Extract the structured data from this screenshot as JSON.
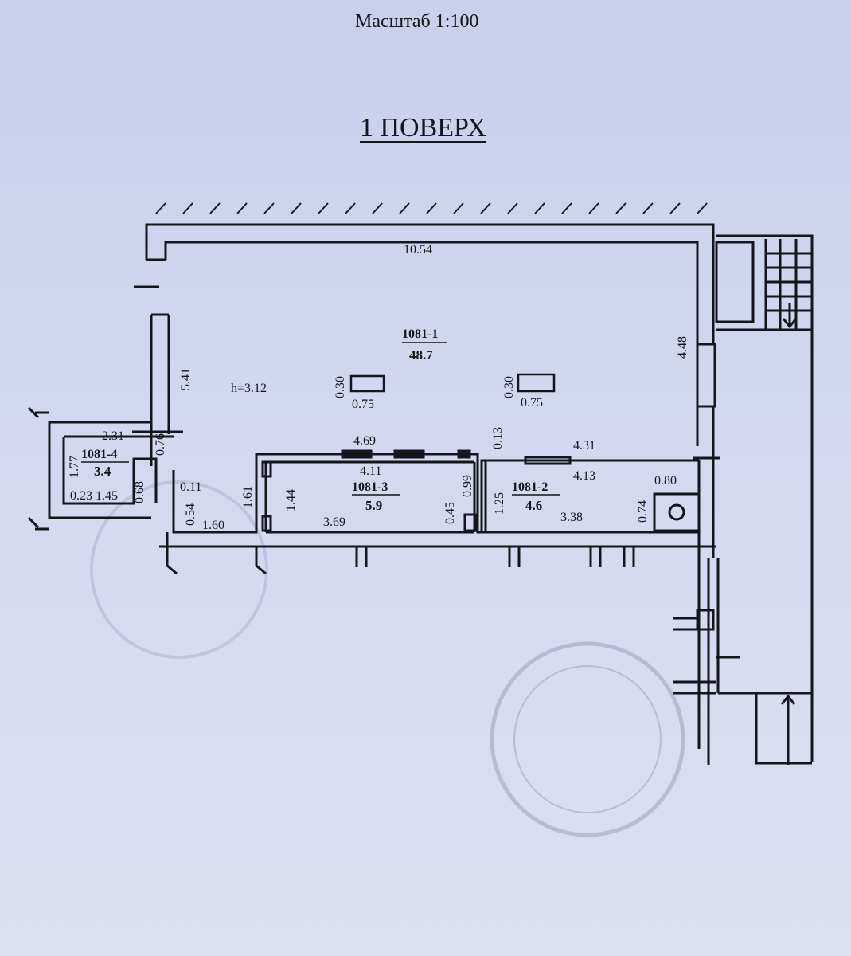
{
  "header": {
    "scale_label": "Масштаб 1:100",
    "floor_title": "1 ПОВЕРХ"
  },
  "plan": {
    "height_label": "h=3.12",
    "rooms": [
      {
        "id": "1081-1",
        "area": "48.7"
      },
      {
        "id": "1081-2",
        "area": "4.6"
      },
      {
        "id": "1081-3",
        "area": "5.9"
      },
      {
        "id": "1081-4",
        "area": "3.4"
      }
    ],
    "dimensions": {
      "top_wall": "10.54",
      "left_wall": "5.41",
      "right_wall": "4.48",
      "column_left_h": "0.30",
      "column_left_w": "0.75",
      "column_right_h": "0.30",
      "column_right_w": "0.75",
      "partition_mid": "4.69",
      "partition_gap": "0.13",
      "partition_right": "4.31",
      "r3_top": "4.11",
      "r3_left": "1.44",
      "r3_bottom": "3.69",
      "r3_right_inner": "0.45",
      "r3_right": "0.99",
      "r2_top": "4.13",
      "r2_left": "1.25",
      "r2_bottom": "3.38",
      "r2_right": "0.74",
      "r2_shaft": "0.80",
      "r4_top": "2.31",
      "r4_left": "1.77",
      "r4_bottom_a": "0.23",
      "r4_bottom_b": "1.45",
      "r4_right": "0.68",
      "r4_wall": "0.76",
      "corridor_a": "0.11",
      "corridor_b": "0.54",
      "corridor_c": "1.60",
      "corridor_d": "1.61"
    }
  },
  "colors": {
    "paper": "#d3d8f0",
    "ink": "#15151c",
    "stamp": "#6a6f96"
  }
}
